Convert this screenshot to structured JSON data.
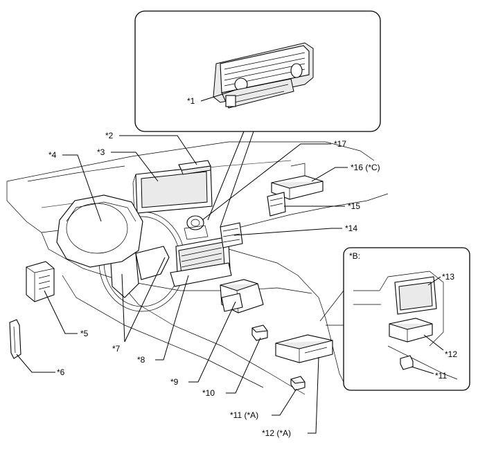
{
  "callouts": {
    "c1": "*1",
    "c2": "*2",
    "c3": "*3",
    "c4": "*4",
    "c5": "*5",
    "c6": "*6",
    "c7": "*7",
    "c8": "*8",
    "c9": "*9",
    "c10": "*10",
    "c11a": "*11 (*A)",
    "c12a": "*12 (*A)",
    "c14": "*14",
    "c15": "*15",
    "c16": "*16 (*C)",
    "c17": "*17"
  },
  "inset_b": {
    "title": "*B:",
    "c11": "*11",
    "c12": "*12",
    "c13": "*13"
  }
}
